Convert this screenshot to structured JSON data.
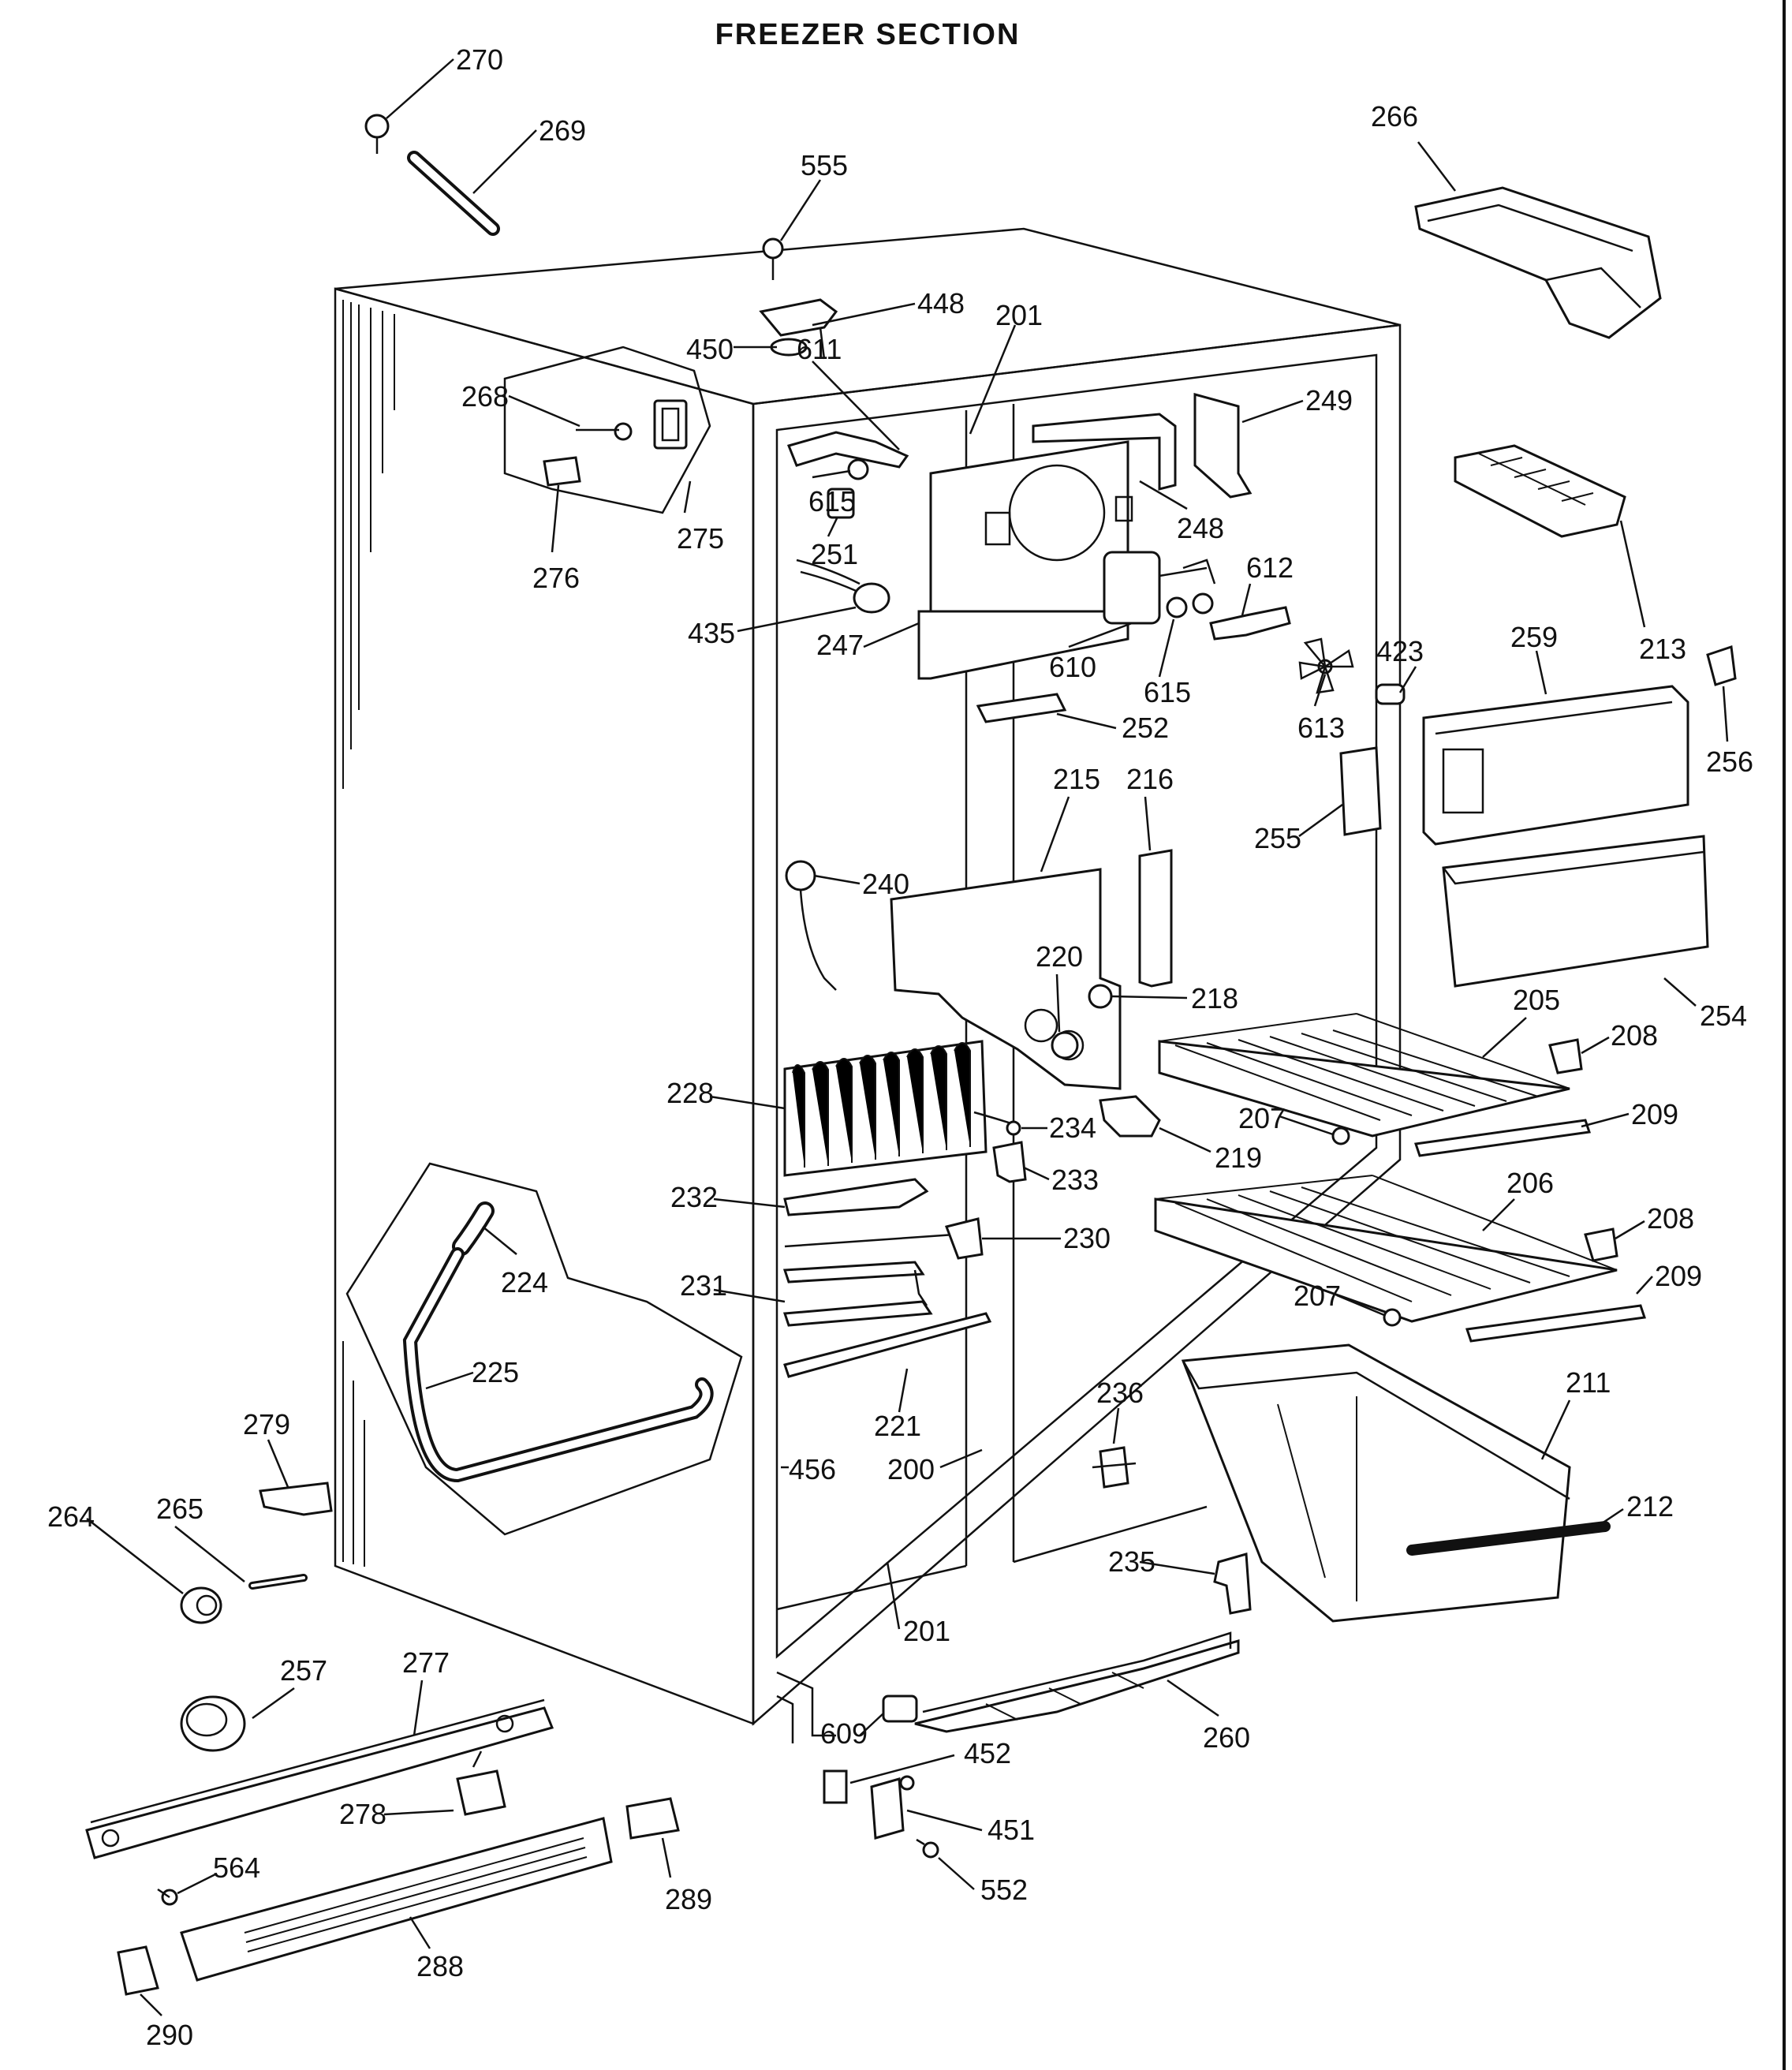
{
  "title": "FREEZER SECTION",
  "labels": {
    "l270": "270",
    "l269": "269",
    "l555": "555",
    "l266": "266",
    "l448": "448",
    "l201a": "201",
    "l450": "450",
    "l611": "611",
    "l268": "268",
    "l249": "249",
    "l615a": "615",
    "l248": "248",
    "l251": "251",
    "l275": "275",
    "l276": "276",
    "l612": "612",
    "l435": "435",
    "l247": "247",
    "l610": "610",
    "l213": "213",
    "l615b": "615",
    "l423": "423",
    "l259": "259",
    "l613": "613",
    "l256": "256",
    "l252": "252",
    "l215": "215",
    "l216": "216",
    "l255": "255",
    "l240": "240",
    "l220": "220",
    "l218": "218",
    "l254": "254",
    "l205": "205",
    "l208a": "208",
    "l228": "228",
    "l207a": "207",
    "l209a": "209",
    "l234": "234",
    "l219": "219",
    "l233": "233",
    "l206": "206",
    "l232": "232",
    "l208b": "208",
    "l230": "230",
    "l224": "224",
    "l231": "231",
    "l207b": "207",
    "l209b": "209",
    "l225": "225",
    "l211": "211",
    "l236": "236",
    "l221": "221",
    "l279": "279",
    "l456": "456",
    "l200": "200",
    "l212": "212",
    "l264": "264",
    "l265": "265",
    "l235": "235",
    "l201b": "201",
    "l257": "257",
    "l277": "277",
    "l609": "609",
    "l260": "260",
    "l452": "452",
    "l278": "278",
    "l451": "451",
    "l289": "289",
    "l564": "564",
    "l552": "552",
    "l288": "288",
    "l290": "290"
  }
}
